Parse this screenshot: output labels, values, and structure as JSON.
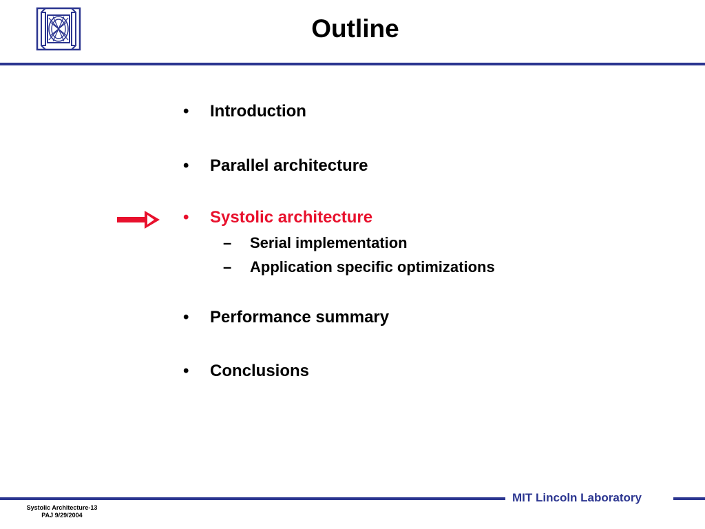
{
  "slide": {
    "title": "Outline",
    "items": [
      {
        "label": "Introduction",
        "active": false
      },
      {
        "label": "Parallel architecture",
        "active": false
      },
      {
        "label": "Systolic architecture",
        "active": true,
        "subitems": [
          "Serial implementation",
          "Application specific optimizations"
        ]
      },
      {
        "label": "Performance summary",
        "active": false
      },
      {
        "label": "Conclusions",
        "active": false
      }
    ],
    "bullet_glyph": "•",
    "dash_glyph": "–"
  },
  "footer": {
    "lab_name": "MIT Lincoln Laboratory",
    "slide_ref": "Systolic Architecture-13",
    "author_date": "PAJ  9/29/2004"
  },
  "colors": {
    "accent_blue": "#2b3590",
    "highlight_red": "#e8112d"
  },
  "icons": {
    "logo": "mit-lincoln-lab-logo",
    "pointer": "right-arrow-icon"
  }
}
